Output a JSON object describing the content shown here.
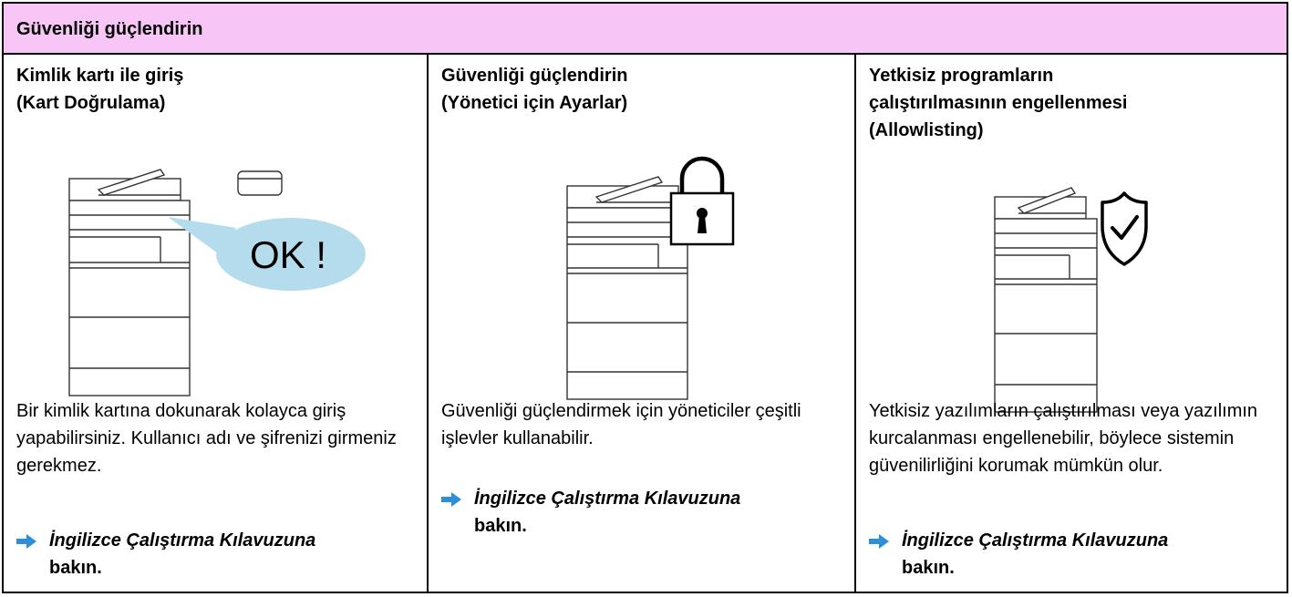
{
  "header": {
    "title": "Güvenliği güçlendirin"
  },
  "columns": [
    {
      "title_lines": [
        "Kimlik kartı ile giriş",
        "(Kart Doğrulama)"
      ],
      "bubble_text": "OK !",
      "description": "Bir kimlik kartına dokunarak kolayca giriş yapabilirsiniz. Kullanıcı adı ve şifrenizi girmeniz gerekmez.",
      "ref_link": "İngilizce Çalıştırma Kılavuzuna",
      "ref_suffix": "bakın."
    },
    {
      "title_lines": [
        "Güvenliği güçlendirin",
        "(Yönetici için Ayarlar)"
      ],
      "description": "Güvenliği güçlendirmek için yöneticiler çeşitli işlevler kullanabilir.",
      "ref_link": "İngilizce Çalıştırma Kılavuzuna",
      "ref_suffix": "bakın."
    },
    {
      "title_lines": [
        "Yetkisiz programların",
        "çalıştırılmasının engellenmesi",
        "(Allowlisting)"
      ],
      "description": "Yetkisiz yazılımların çalıştırılması veya yazılımın kurcalanması engellenebilir, böylece sistemin güvenilirliğini korumak mümkün olur.",
      "ref_link": "İngilizce Çalıştırma Kılavuzuna",
      "ref_suffix": "bakın."
    }
  ],
  "colors": {
    "header_bg": "#f7c6f7",
    "bubble_fill": "#b5dced",
    "arrow": "#2e8fd9"
  }
}
